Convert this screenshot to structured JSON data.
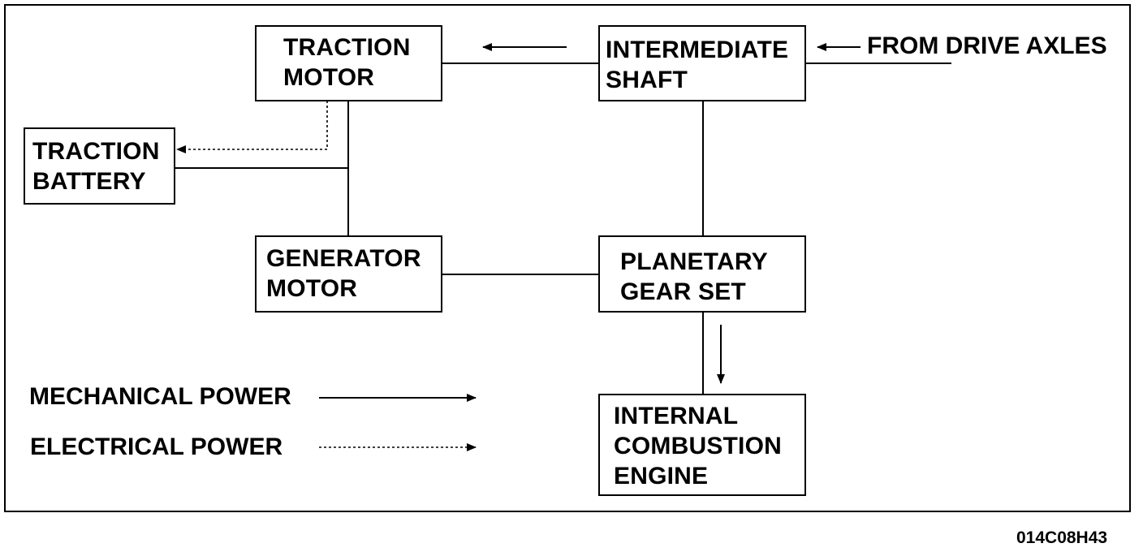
{
  "blocks": {
    "traction_motor": {
      "lines": [
        "TRACTION",
        "MOTOR"
      ]
    },
    "intermediate_shaft": {
      "lines": [
        "INTERMEDIATE",
        "SHAFT"
      ]
    },
    "traction_battery": {
      "lines": [
        "TRACTION",
        "BATTERY"
      ]
    },
    "generator_motor": {
      "lines": [
        "GENERATOR",
        "MOTOR"
      ]
    },
    "planetary_gear_set": {
      "lines": [
        "PLANETARY",
        "GEAR SET"
      ]
    },
    "internal_combustion_engine": {
      "lines": [
        "INTERNAL",
        "COMBUSTION",
        "ENGINE"
      ]
    }
  },
  "input_label": "FROM DRIVE AXLES",
  "legend": {
    "mechanical": "MECHANICAL POWER",
    "electrical": "ELECTRICAL POWER"
  },
  "figure_code": "014C08H43",
  "colors": {
    "line": "#000000",
    "background": "#ffffff"
  }
}
